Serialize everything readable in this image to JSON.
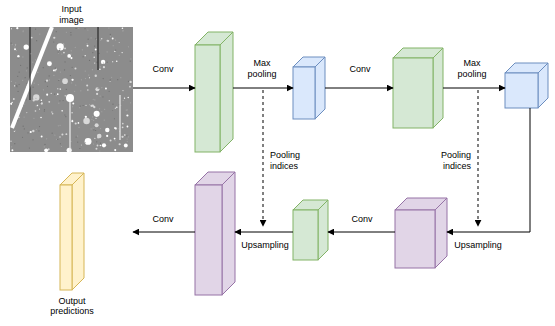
{
  "diagram": {
    "nodes": [
      {
        "text": [
          "Input image"
        ]
      },
      {
        "text": [
          "Output predictions"
        ]
      }
    ],
    "labels": [
      "Conv",
      "Max pooling",
      "Conv",
      "Max pooling",
      "Pooling indices",
      "Pooling indices",
      "Upsampling",
      "Conv",
      "Upsampling",
      "Conv"
    ]
  }
}
